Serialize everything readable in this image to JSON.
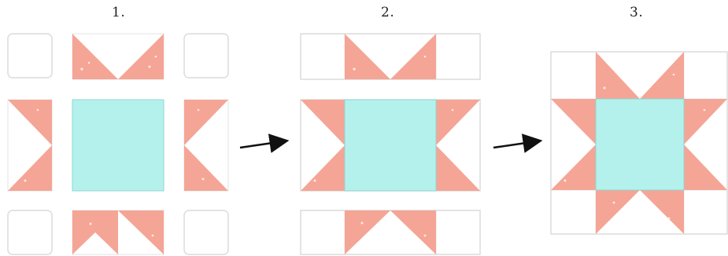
{
  "steps": [
    {
      "label": "1."
    },
    {
      "label": "2."
    },
    {
      "label": "3."
    }
  ],
  "colors": {
    "salmon": "#f4a596",
    "salmon_dot": "#ffe9e2",
    "center": "#b5f1ec",
    "center_stroke": "#8ed8d2",
    "square_stroke": "#dcdcdc",
    "arrow": "#111111"
  }
}
